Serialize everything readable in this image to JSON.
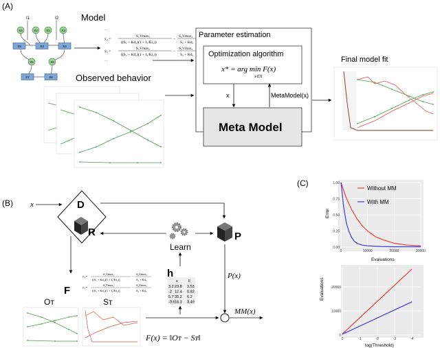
{
  "panels": {
    "a": "(A)",
    "b": "(B)",
    "c": "(C)"
  },
  "panel_a": {
    "model_title": "Model",
    "observed_title": "Observed behavior",
    "param_title": "Parameter estimation",
    "opt_title": "Optimization algorithm",
    "opt_formula": "x* = arg min F(x)",
    "opt_formula_sub": "x∈X",
    "x_label": "x",
    "metamodel_label": "MetaModel(x)",
    "meta_box_title": "Meta Model",
    "final_title": "Final model fit",
    "network": {
      "inputs": [
        "I1",
        "I2"
      ],
      "row1": [
        "X4",
        "X2",
        "X1",
        "X3"
      ],
      "row2": [
        "S5",
        "S3",
        "S4"
      ],
      "row3": [
        "X5",
        "X6"
      ],
      "row4": [
        "S7",
        "S6"
      ]
    },
    "equations": {
      "lhs1": "ẏ₂ =",
      "num1": "S₁Vmax₂",
      "den1": "((S₁ + Kd₂)(1 + I₁/Ki₂))",
      "num1b": "S₂Vmax₃",
      "den1b": "S₂ + Kd₃",
      "lhs2": "ẏ₃ =",
      "num2": "S₂Vmax₂",
      "den2": "((S₂ + Kd₂)(1 + I₂/Ki₂))",
      "num2b": "S₃Vmax₃",
      "den2b": "S₃ + Kd₃"
    }
  },
  "panel_b": {
    "x_label": "x",
    "d_label": "D",
    "r_label": "R",
    "learn_label": "Learn",
    "p_label": "P",
    "h_label": "h",
    "f_label": "F",
    "ot_label": "Oᴛ",
    "st_label": "Sᴛ",
    "px_label": "P(x)",
    "mmx_label": "MM(x)",
    "fx_formula": "F(x) = ‖Oᴛ − Sᴛ‖",
    "table": {
      "headers": [
        "x",
        "F"
      ],
      "rows": [
        [
          "3.2",
          "23.8",
          "3.53"
        ],
        [
          "-2",
          "12.4",
          "0.82"
        ],
        [
          "5.7",
          "35.2",
          "6.2"
        ],
        [
          "-0.6",
          "16.3",
          "3.49"
        ]
      ]
    }
  },
  "chart_data": [
    {
      "type": "line",
      "title": "",
      "xlabel": "Evaluations",
      "ylabel": "Error",
      "xlim": [
        0,
        30000
      ],
      "ylim": [
        0,
        1
      ],
      "xticks": [
        "0",
        "10000",
        "20000",
        "30000"
      ],
      "yticks": [
        "0.00",
        "0.25",
        "0.50",
        "0.75",
        "1.00"
      ],
      "legend_position": "top-right",
      "grid": true,
      "series": [
        {
          "name": "Without MM",
          "color": "#e8413a",
          "x": [
            0,
            2000,
            4000,
            6000,
            8000,
            10000,
            13000,
            16000,
            20000,
            25000,
            30000
          ],
          "y": [
            1.0,
            0.76,
            0.58,
            0.44,
            0.33,
            0.25,
            0.16,
            0.11,
            0.06,
            0.03,
            0.02
          ]
        },
        {
          "name": "With MM",
          "color": "#3a3ad8",
          "x": [
            0,
            1000,
            2000,
            3000,
            4000,
            5000,
            6000,
            8000,
            10000,
            15000,
            20000,
            30000
          ],
          "y": [
            1.0,
            0.62,
            0.38,
            0.24,
            0.15,
            0.09,
            0.06,
            0.03,
            0.02,
            0.01,
            0.005,
            0.005
          ]
        }
      ]
    },
    {
      "type": "line",
      "title": "",
      "xlabel": "log(Threshold)",
      "ylabel": "Evaluations",
      "xlim": [
        0,
        -4.5
      ],
      "ylim": [
        0,
        28000
      ],
      "xticks": [
        "0",
        "-1",
        "-2",
        "-3",
        "-4"
      ],
      "yticks": [
        "0",
        "10000",
        "20000"
      ],
      "grid": true,
      "series": [
        {
          "color": "#e8413a",
          "x": [
            0,
            -4
          ],
          "y": [
            400,
            27500
          ]
        },
        {
          "color": "#3a3ad8",
          "x": [
            0,
            -4
          ],
          "y": [
            300,
            13800
          ]
        }
      ]
    }
  ],
  "colors": {
    "green": "#4a9a4a",
    "red": "#d9534f",
    "node_blue": "#7ea6d6",
    "node_green": "#9fd39a",
    "meta_fill": "#e6e6e6"
  }
}
